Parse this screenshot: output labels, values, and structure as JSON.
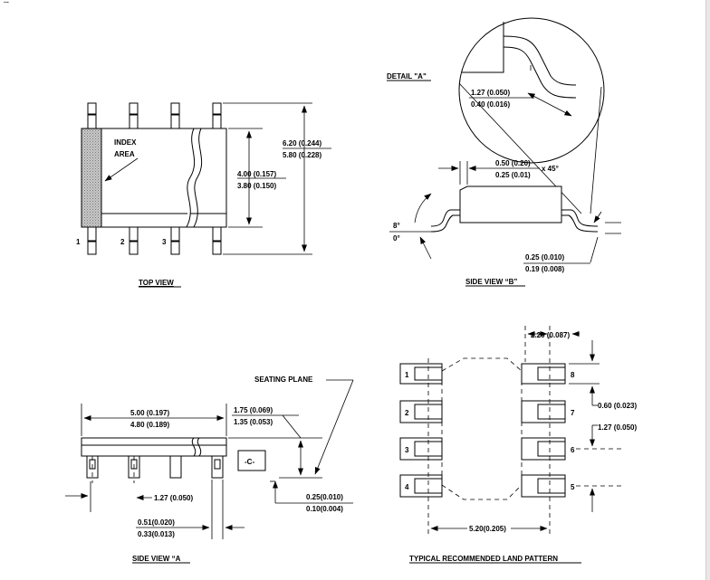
{
  "top_label": "...",
  "top_view": {
    "title": "TOP VIEW",
    "index_label_1": "INDEX",
    "index_label_2": "AREA",
    "pin_labels": [
      "1",
      "2",
      "3"
    ],
    "dim_width_max": "6.20 (0.244)",
    "dim_width_min": "5.80 (0.228)",
    "dim_body_max": "4.00 (0.157)",
    "dim_body_min": "3.80 (0.150)"
  },
  "side_view_b": {
    "title": "SIDE VIEW “B”",
    "detail_label": "DETAIL \"A\"",
    "detail_dim_max": "1.27 (0.050)",
    "detail_dim_min": "0.40 (0.016)",
    "chamfer_max": "0.50 (0.20)",
    "chamfer_min": "0.25 (0.01)",
    "chamfer_suffix": "x 45°",
    "angle_max": "8°",
    "angle_min": "0°",
    "lead_max": "0.25 (0.010)",
    "lead_min": "0.19 (0.008)"
  },
  "side_view_a": {
    "title": "SIDE VIEW “A",
    "seating_plane": "SEATING PLANE",
    "length_max": "5.00 (0.197)",
    "length_min": "4.80 (0.189)",
    "height_max": "1.75 (0.069)",
    "height_min": "1.35 (0.053)",
    "datum_label": "-C-",
    "pitch": "1.27 (0.050)",
    "lead_width_max": "0.51(0.020)",
    "lead_width_min": "0.33(0.013)",
    "standoff_max": "0.25(0.010)",
    "standoff_min": "0.10(0.004)"
  },
  "land_pattern": {
    "title": "TYPICAL RECOMMENDED LAND PATTERN",
    "pad_length": "2.20 (0.087)",
    "pad_width": "0.60 (0.023)",
    "pitch": "1.27 (0.050)",
    "row_spacing": "5.20(0.205)",
    "pin_labels_left": [
      "1",
      "2",
      "3",
      "4"
    ],
    "pin_labels_right": [
      "8",
      "7",
      "6",
      "5"
    ]
  }
}
